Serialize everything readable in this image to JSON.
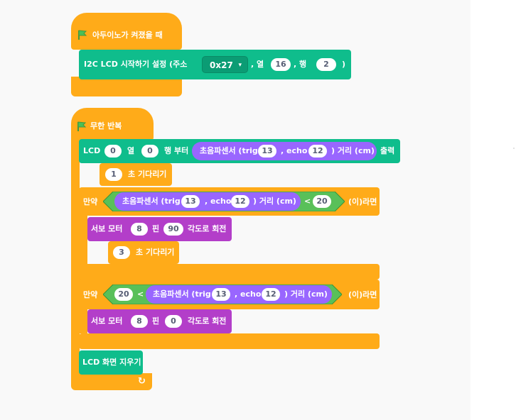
{
  "colors": {
    "control": "#ffab19",
    "extension": "#0fbd8c",
    "sensing": "#9966ff",
    "servo": "#b33ec9"
  },
  "hat1": {
    "label": "아두이노가 켜졌을 때",
    "icon": "green-flag-icon"
  },
  "lcd_init": {
    "label": "I2C LCD 시작하기 설정 (주소",
    "address": "0x27",
    "arrow": "▾",
    "col_label": ", 열",
    "col_value": "16",
    "row_label": ", 행",
    "row_value": "2",
    "close": ")"
  },
  "hat2": {
    "label": "무한 반복",
    "icon": "green-flag-icon"
  },
  "lcd_print": {
    "label": "LCD",
    "col": "0",
    "col_label": "열",
    "row": "0",
    "row_label": "행 부터",
    "output_label": "출력"
  },
  "sensor1": {
    "label": "초음파센서 (trig",
    "trig": "13",
    "echo_label": ", echo",
    "echo": "12",
    "unit": ") 거리 (cm)"
  },
  "wait1": {
    "value": "1",
    "label": "초 기다리기"
  },
  "if1": {
    "label": "만약",
    "suffix": "(이)라면",
    "op": "<",
    "value": "20"
  },
  "sensor2": {
    "label": "초음파센서 (trig",
    "trig": "13",
    "echo_label": ", echo",
    "echo": "12",
    "unit": ") 거리 (cm)"
  },
  "servo1": {
    "label": "서보 모터",
    "pin": "8",
    "pin_label": "핀",
    "angle": "90",
    "suffix": "각도로 회전"
  },
  "wait2": {
    "value": "3",
    "label": "초 기다리기"
  },
  "if2": {
    "label": "만약",
    "suffix": "(이)라면",
    "op": "<",
    "value": "20"
  },
  "sensor3": {
    "label": "초음파센서 (trig",
    "trig": "13",
    "echo_label": ", echo",
    "echo": "12",
    "unit": ") 거리 (cm)"
  },
  "servo2": {
    "label": "서보 모터",
    "pin": "8",
    "pin_label": "핀",
    "angle": "0",
    "suffix": "각도로 회전"
  },
  "lcd_clear": {
    "label": "LCD 화면 지우기"
  },
  "loop_icon": {
    "glyph": "↻",
    "icon": "loop-arrow-icon"
  }
}
